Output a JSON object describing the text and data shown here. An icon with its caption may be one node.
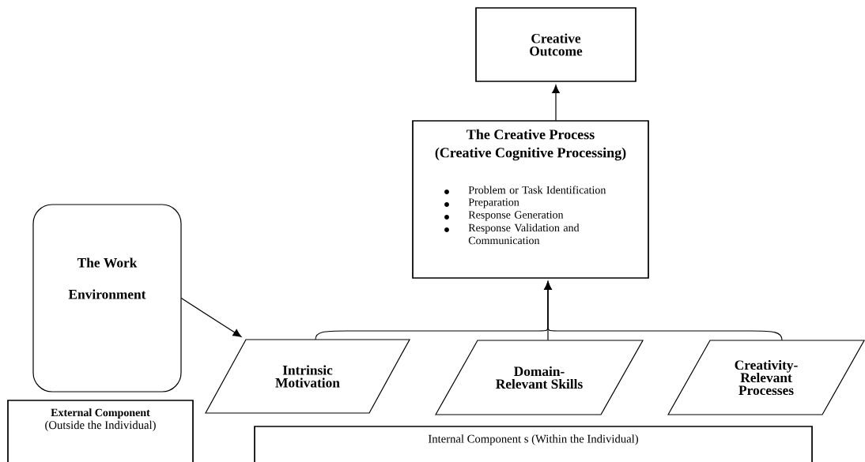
{
  "diagram": {
    "nodes": [
      {
        "text": [
          "Creative Outcome"
        ]
      },
      {
        "text": [
          "The Creative Process",
          "(Creative Cognitive Processing)",
          "Problem or Task Identification",
          "Preparation",
          "Response Generation",
          "Response Validation and Communication"
        ]
      },
      {
        "text": [
          "The Work Environment"
        ]
      },
      {
        "text": [
          "Intrinsic Motivation"
        ]
      },
      {
        "text": [
          "Domain-Relevant Skills"
        ]
      },
      {
        "text": [
          "Creativity-Relevant Processes"
        ]
      },
      {
        "text": [
          "External Component",
          "(Outside the Individual)"
        ]
      },
      {
        "text": [
          "Internal Component s (Within the Individual)"
        ]
      }
    ],
    "edges": [
      {
        "from": 1,
        "to": 0,
        "arrow": "to"
      },
      {
        "from": 2,
        "to": 3,
        "arrow": "to"
      },
      {
        "from": 3,
        "to": 1,
        "arrow": "to"
      },
      {
        "from": 4,
        "to": 1,
        "arrow": "to"
      },
      {
        "from": 5,
        "to": 1,
        "arrow": "to"
      }
    ]
  }
}
